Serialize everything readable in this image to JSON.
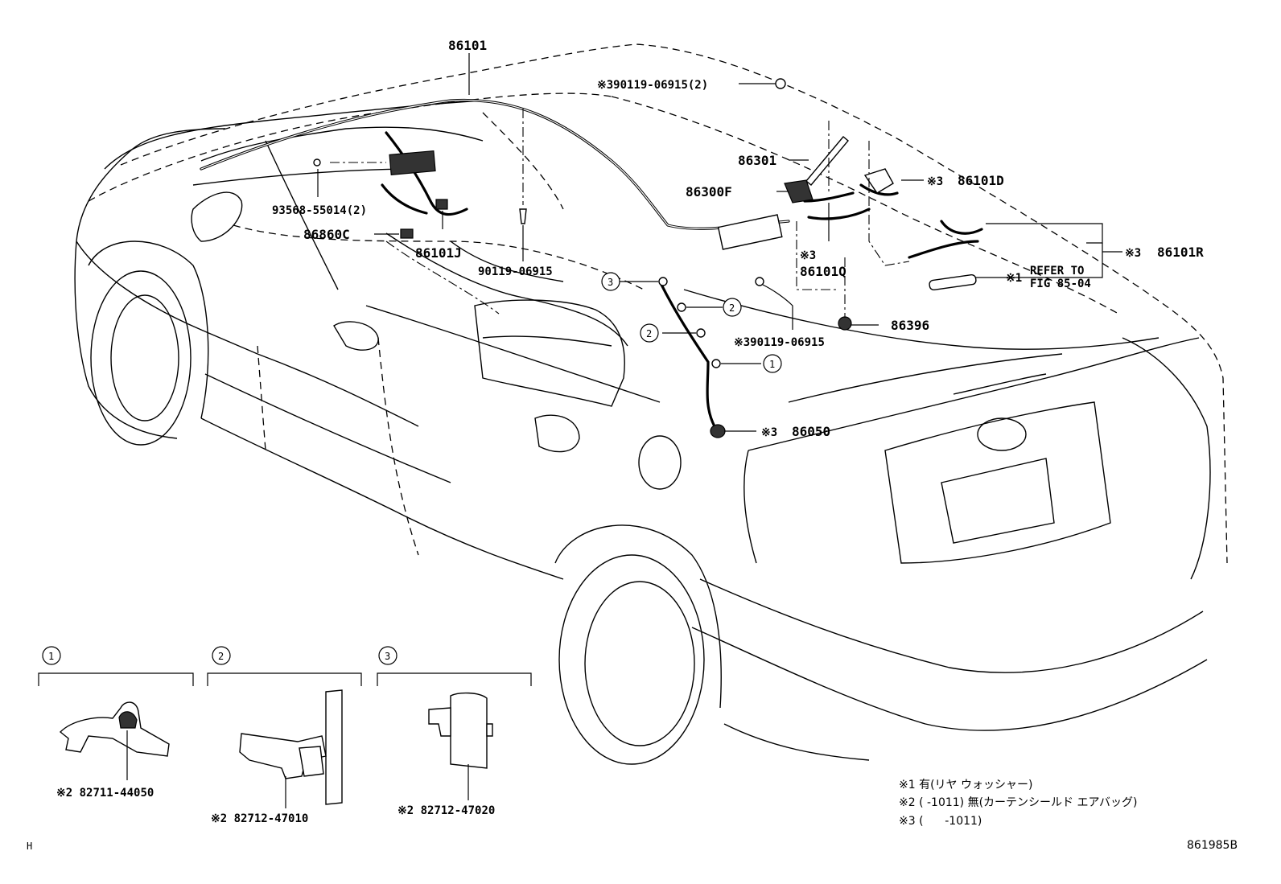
{
  "labels": {
    "p86101": "86101",
    "p90119_top": "※390119-06915(2)",
    "p86301": "86301",
    "p86300F": "86300F",
    "p86101D": "86101D",
    "p86101D_mark": "※3",
    "p86101R": "86101R",
    "p86101R_mark": "※3",
    "p93568": "93568-55014(2)",
    "p86860C": "86860C",
    "p86101J": "86101J",
    "p90119_mid": "90119-06915",
    "p86101Q_mark": "※3",
    "p86101Q": "86101Q",
    "refer_mark": "※1",
    "refer_line1": "REFER TO",
    "refer_line2": "FIG 85-04",
    "p86396": "86396",
    "p90119_right": "※390119-06915",
    "p86050_mark": "※3",
    "p86050": "86050"
  },
  "callouts": {
    "c1": "1",
    "c2": "2",
    "c3": "3"
  },
  "details": [
    {
      "num": "1",
      "part": "※2 82711-44050"
    },
    {
      "num": "2",
      "part": "※2 82712-47010"
    },
    {
      "num": "3",
      "part": "※2 82712-47020"
    }
  ],
  "notes": [
    "※1 有(リヤ ウォッシャー)",
    "※2 (      -1011) 無(カーテンシールド エアバッグ)",
    "※3 (      -1011)"
  ],
  "footer": {
    "left": "H",
    "right": "861985B"
  }
}
